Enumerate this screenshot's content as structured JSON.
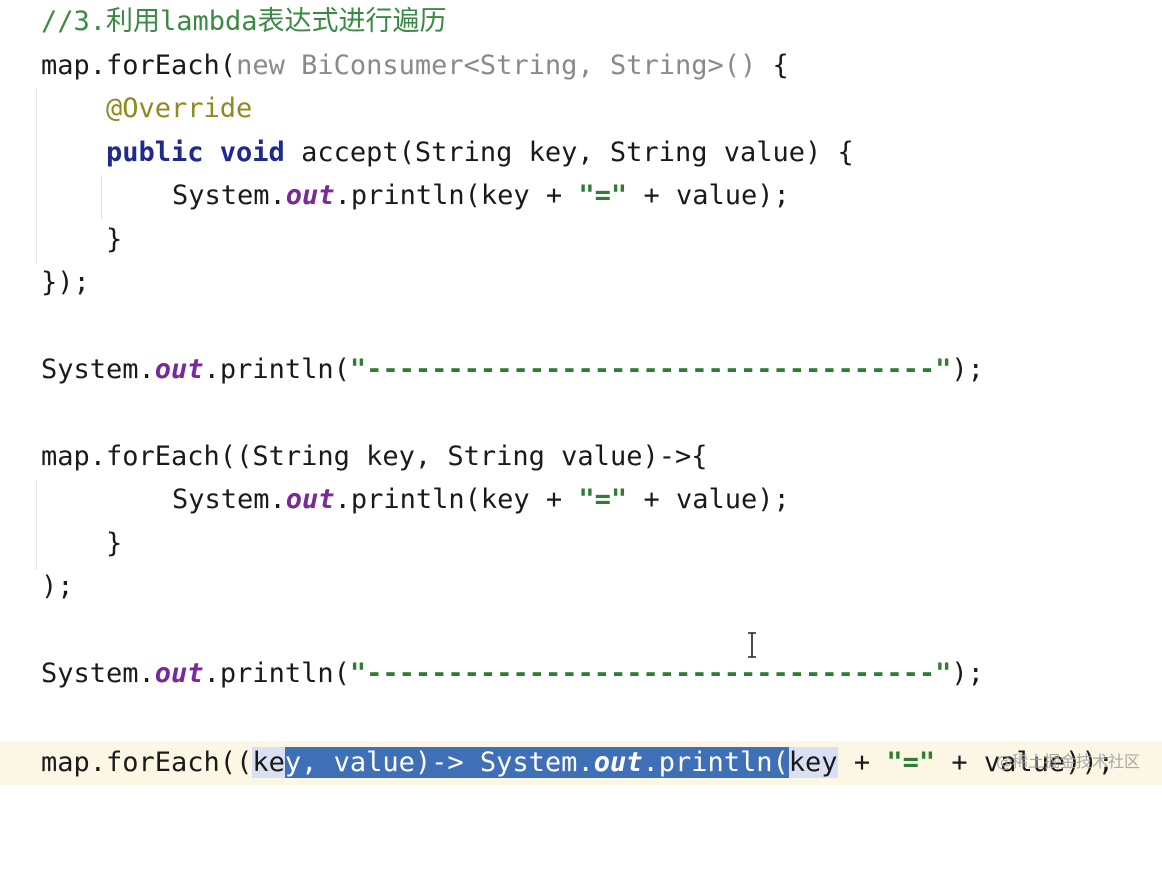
{
  "editor": {
    "lines": [
      {
        "id": "l1",
        "comment": "//3.利用lambda表达式进行遍历"
      },
      {
        "id": "l2",
        "text_a": "map.forEach(",
        "text_b": "new BiConsumer<String, String>()",
        "text_c": " {"
      },
      {
        "id": "l3",
        "annotation": "@Override"
      },
      {
        "id": "l4",
        "kw": "public void",
        "rest": " accept(String key, String value) {"
      },
      {
        "id": "l5",
        "a": "System.",
        "field": "out",
        "b": ".println(key + ",
        "str": "\"=\"",
        "c": " + value);"
      },
      {
        "id": "l6",
        "text": "}"
      },
      {
        "id": "l7",
        "text": "});"
      },
      {
        "id": "l8",
        "a": "System.",
        "field": "out",
        "b": ".println(",
        "str": "\"-----------------------------------\"",
        "c": ");"
      },
      {
        "id": "l9",
        "text": "map.forEach((String key, String value)->{"
      },
      {
        "id": "l10",
        "a": "System.",
        "field": "out",
        "b": ".println(key + ",
        "str": "\"=\"",
        "c": " + value);"
      },
      {
        "id": "l11",
        "text": "}"
      },
      {
        "id": "l12",
        "text": ");"
      },
      {
        "id": "l13",
        "a": "System.",
        "field": "out",
        "b": ".println(",
        "str": "\"-----------------------------------\"",
        "c": ");"
      },
      {
        "id": "l14",
        "a": "map.forEach((",
        "sel_light_1": "ke",
        "sel_1": "y, value)-> System.",
        "sel_field": "out",
        "sel_2": ".println(",
        "sel_light_2": "key",
        "b": " + ",
        "str": "\"=\"",
        "c": " + value));"
      }
    ]
  },
  "watermark": "@稀土掘金技术社区",
  "colors": {
    "comment": "#3a8a43",
    "keyword": "#1e2a8c",
    "annotation": "#8f8a20",
    "static_field": "#7a2a98",
    "string": "#2e7d32",
    "selection": "#3f6fb7",
    "current_line": "#fbf7e4"
  },
  "icons": {
    "text_cursor": "ibeam-cursor-icon"
  }
}
